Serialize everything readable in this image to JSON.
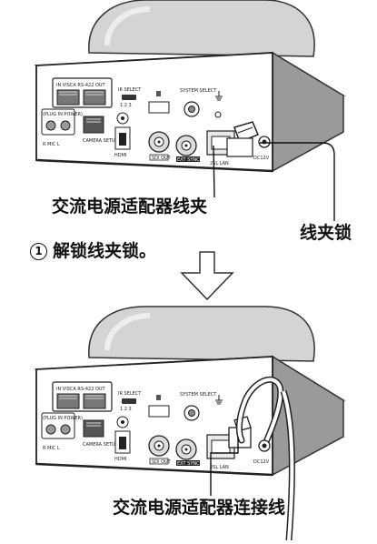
{
  "figure": {
    "step1": {
      "labels": {
        "ac_adapter_clamp": "交流电源适配器线夹",
        "clamp_lock": "线夹锁"
      },
      "instruction": {
        "number": "1",
        "text": "解锁线夹锁。"
      }
    },
    "step2": {
      "labels": {
        "ac_adapter_cable": "交流电源适配器连接线"
      }
    },
    "panel_text": {
      "visca_in": "IN  VISCA  RS-422  OUT",
      "ir_select": "IR SELECT",
      "ir_nums": "1   2   3",
      "system_select": "SYSTEM SELECT",
      "plug_in_power": "(PLUG IN POWER)",
      "mic": "R    MIC    L",
      "camera_setup": "CAMERA SETUP",
      "hdmi": "HDMI",
      "sdi_out": "SDI OUT",
      "ext_sync_in": "EXT SYNC IN",
      "lan": "2SL    LAN",
      "dc": "DC12V"
    }
  }
}
